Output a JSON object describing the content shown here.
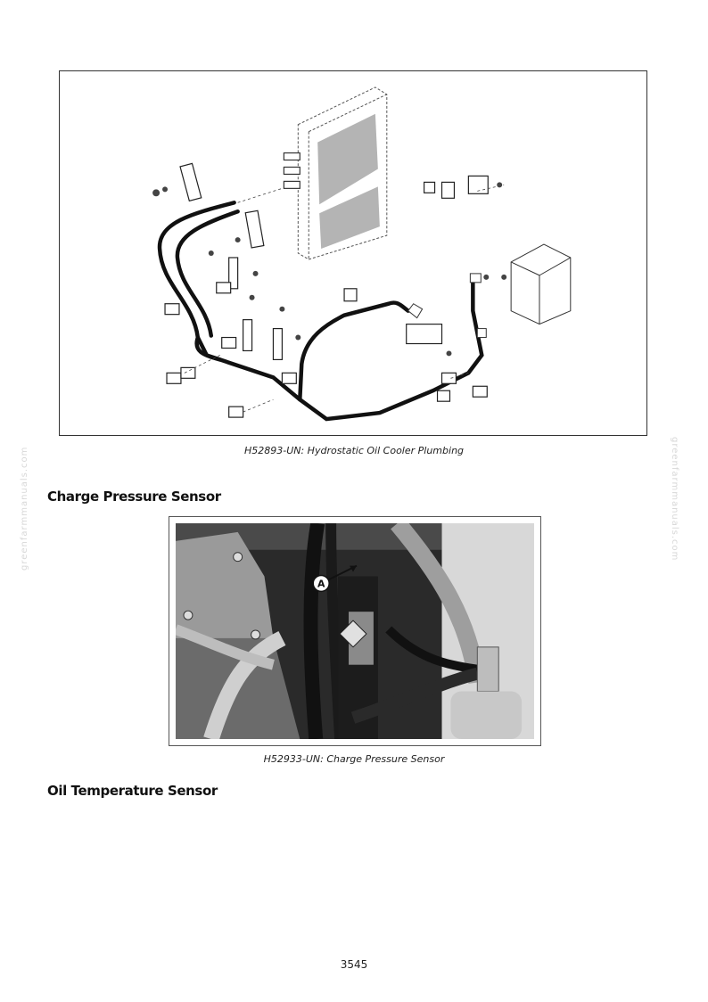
{
  "figures": [
    {
      "caption": "H52893-UN: Hydrostatic Oil Cooler Plumbing"
    },
    {
      "caption": "H52933-UN: Charge Pressure Sensor",
      "callout": "A"
    }
  ],
  "sections": [
    {
      "heading": "Charge Pressure Sensor"
    },
    {
      "heading": "Oil Temperature Sensor"
    }
  ],
  "watermark": "greenfarmmanuals.com",
  "page_number": "3545"
}
